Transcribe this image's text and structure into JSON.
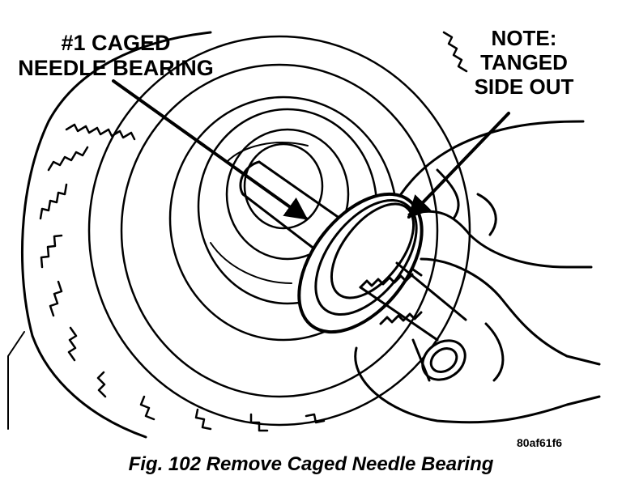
{
  "labels": {
    "left_line1": "#1 CAGED",
    "left_line2": "NEEDLE BEARING",
    "right_line1": "NOTE:",
    "right_line2": "TANGED",
    "right_line3": "SIDE OUT"
  },
  "figure_id": "80af61f6",
  "caption": "Fig. 102 Remove Caged Needle Bearing",
  "icons": [
    "arrow-pointer-icon",
    "hand-icon",
    "caged-needle-bearing-icon",
    "splined-shaft-icon"
  ],
  "colors": {
    "ink": "#000000",
    "paper": "#ffffff"
  }
}
